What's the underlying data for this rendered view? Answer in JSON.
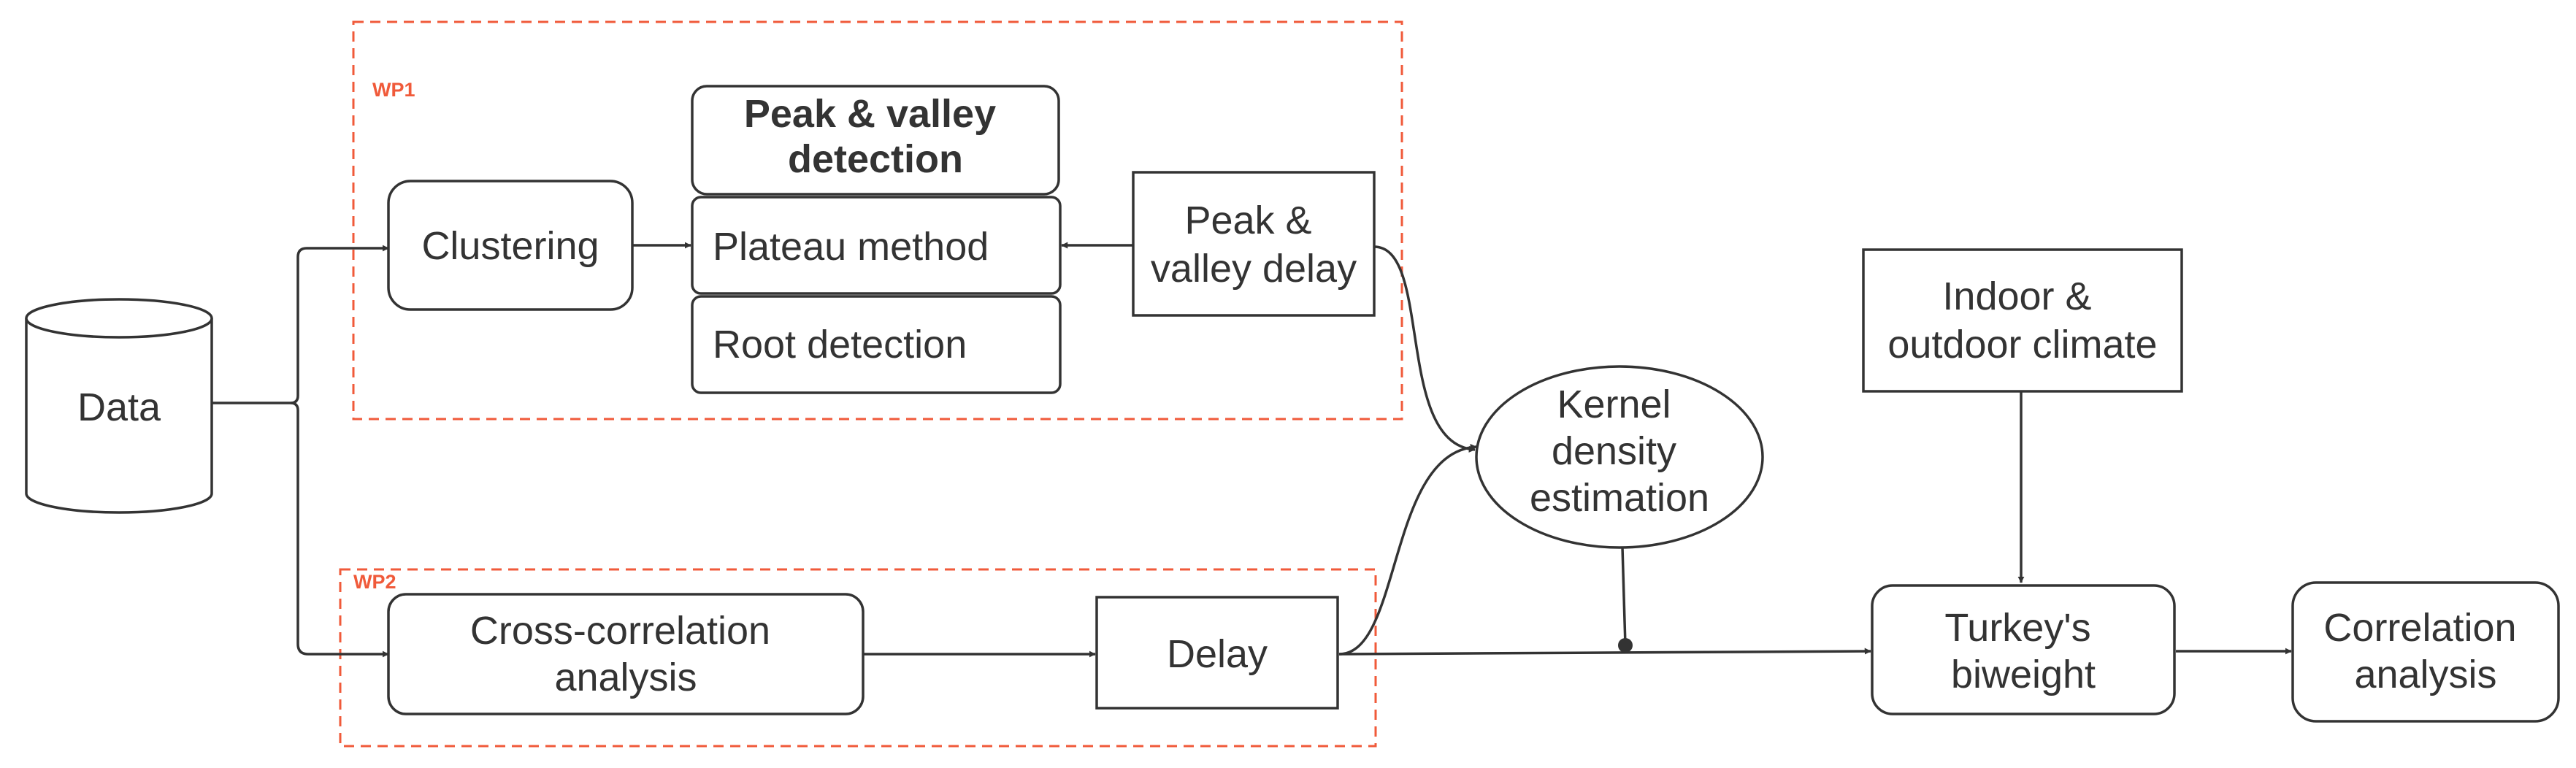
{
  "colors": {
    "stroke": "#333333",
    "text": "#333333",
    "wp_border": "#f05a3a",
    "wp_label": "#f05a3a",
    "background": "#ffffff"
  },
  "work_packages": {
    "wp1": {
      "label": "WP1"
    },
    "wp2": {
      "label": "WP2"
    }
  },
  "nodes": {
    "data": {
      "lines": [
        "Data"
      ]
    },
    "clustering": {
      "lines": [
        "Clustering"
      ]
    },
    "peak_valley_detection": {
      "lines": [
        "Peak & valley",
        "detection"
      ]
    },
    "plateau_method": {
      "lines": [
        "Plateau method"
      ]
    },
    "root_detection": {
      "lines": [
        "Root detection"
      ]
    },
    "peak_valley_delay": {
      "lines": [
        "Peak &",
        "valley delay"
      ]
    },
    "kernel_density": {
      "lines": [
        "Kernel",
        "density",
        "estimation"
      ]
    },
    "indoor_outdoor": {
      "lines": [
        "Indoor &",
        "outdoor climate"
      ]
    },
    "cross_correlation": {
      "lines": [
        "Cross-correlation",
        "analysis"
      ]
    },
    "delay": {
      "lines": [
        "Delay"
      ]
    },
    "turkeys_biweight": {
      "lines": [
        "Turkey's",
        "biweight"
      ]
    },
    "correlation_analysis": {
      "lines": [
        "Correlation",
        "analysis"
      ]
    }
  }
}
